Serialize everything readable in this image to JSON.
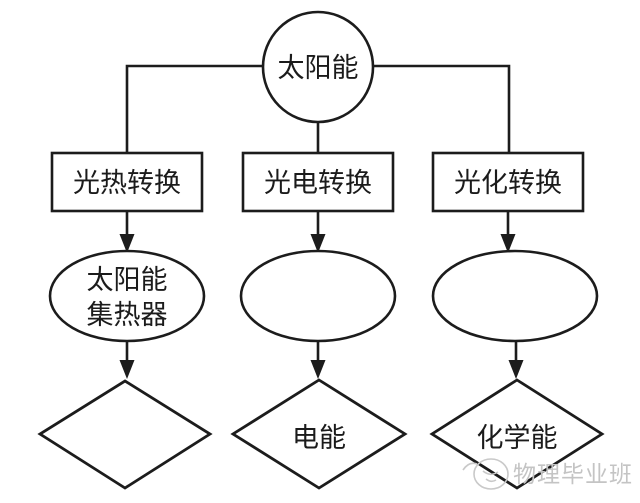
{
  "diagram": {
    "root": {
      "label": "太阳能"
    },
    "converters": [
      {
        "label": "光热转换"
      },
      {
        "label": "光电转换"
      },
      {
        "label": "光化转换"
      }
    ],
    "devices": [
      {
        "line1": "太阳能",
        "line2": "集热器"
      },
      {
        "line1": "",
        "line2": ""
      },
      {
        "line1": "",
        "line2": ""
      }
    ],
    "outputs": [
      {
        "label": ""
      },
      {
        "label": "电能"
      },
      {
        "label": "化学能"
      }
    ],
    "edges": [
      {
        "from": "solar-source",
        "to": "converter-heat",
        "arrow": false
      },
      {
        "from": "solar-source",
        "to": "converter-electric",
        "arrow": false
      },
      {
        "from": "solar-source",
        "to": "converter-chemical",
        "arrow": false
      },
      {
        "from": "converter-heat",
        "to": "device-collector",
        "arrow": true
      },
      {
        "from": "converter-electric",
        "to": "device-middle",
        "arrow": true
      },
      {
        "from": "converter-chemical",
        "to": "device-right",
        "arrow": true
      },
      {
        "from": "device-collector",
        "to": "output-left",
        "arrow": true
      },
      {
        "from": "device-middle",
        "to": "output-electric",
        "arrow": true
      },
      {
        "from": "device-right",
        "to": "output-chemical",
        "arrow": true
      }
    ],
    "colors": {
      "stroke": "#1c1c1c",
      "text": "#1b1b1b",
      "background": "#ffffff",
      "watermark": "#c4c4c4"
    }
  },
  "watermark": {
    "label": "物理毕业班",
    "logo": "doodle-circle-logo"
  }
}
